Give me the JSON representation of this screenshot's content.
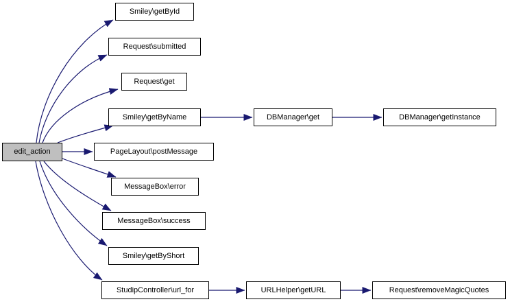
{
  "diagram": {
    "type": "call-graph",
    "colors": {
      "edge": "#191970",
      "node_border": "#000000",
      "node_fill": "#ffffff",
      "root_fill": "#bfbfbf",
      "text": "#000000",
      "background": "#ffffff"
    },
    "nodes": [
      {
        "id": "edit-action",
        "label": "edit_action",
        "root": true
      },
      {
        "id": "smiley-getbyid",
        "label": "Smiley\\getById",
        "root": false
      },
      {
        "id": "request-submitted",
        "label": "Request\\submitted",
        "root": false
      },
      {
        "id": "request-get",
        "label": "Request\\get",
        "root": false
      },
      {
        "id": "smiley-getbyname",
        "label": "Smiley\\getByName",
        "root": false
      },
      {
        "id": "dbmanager-get",
        "label": "DBManager\\get",
        "root": false
      },
      {
        "id": "dbmanager-getinstance",
        "label": "DBManager\\getInstance",
        "root": false
      },
      {
        "id": "pagelayout-postmessage",
        "label": "PageLayout\\postMessage",
        "root": false
      },
      {
        "id": "messagebox-error",
        "label": "MessageBox\\error",
        "root": false
      },
      {
        "id": "messagebox-success",
        "label": "MessageBox\\success",
        "root": false
      },
      {
        "id": "smiley-getbyshort",
        "label": "Smiley\\getByShort",
        "root": false
      },
      {
        "id": "studipcontroller-url-for",
        "label": "StudipController\\url_for",
        "root": false
      },
      {
        "id": "urlhelper-geturl",
        "label": "URLHelper\\getURL",
        "root": false
      },
      {
        "id": "request-removemagicquotes",
        "label": "Request\\removeMagicQuotes",
        "root": false
      }
    ],
    "edges": [
      {
        "from": "edit-action",
        "to": "smiley-getbyid"
      },
      {
        "from": "edit-action",
        "to": "request-submitted"
      },
      {
        "from": "edit-action",
        "to": "request-get"
      },
      {
        "from": "edit-action",
        "to": "smiley-getbyname"
      },
      {
        "from": "edit-action",
        "to": "pagelayout-postmessage"
      },
      {
        "from": "edit-action",
        "to": "messagebox-error"
      },
      {
        "from": "edit-action",
        "to": "messagebox-success"
      },
      {
        "from": "edit-action",
        "to": "smiley-getbyshort"
      },
      {
        "from": "edit-action",
        "to": "studipcontroller-url-for"
      },
      {
        "from": "smiley-getbyname",
        "to": "dbmanager-get"
      },
      {
        "from": "dbmanager-get",
        "to": "dbmanager-getinstance"
      },
      {
        "from": "studipcontroller-url-for",
        "to": "urlhelper-geturl"
      },
      {
        "from": "urlhelper-geturl",
        "to": "request-removemagicquotes"
      }
    ]
  }
}
